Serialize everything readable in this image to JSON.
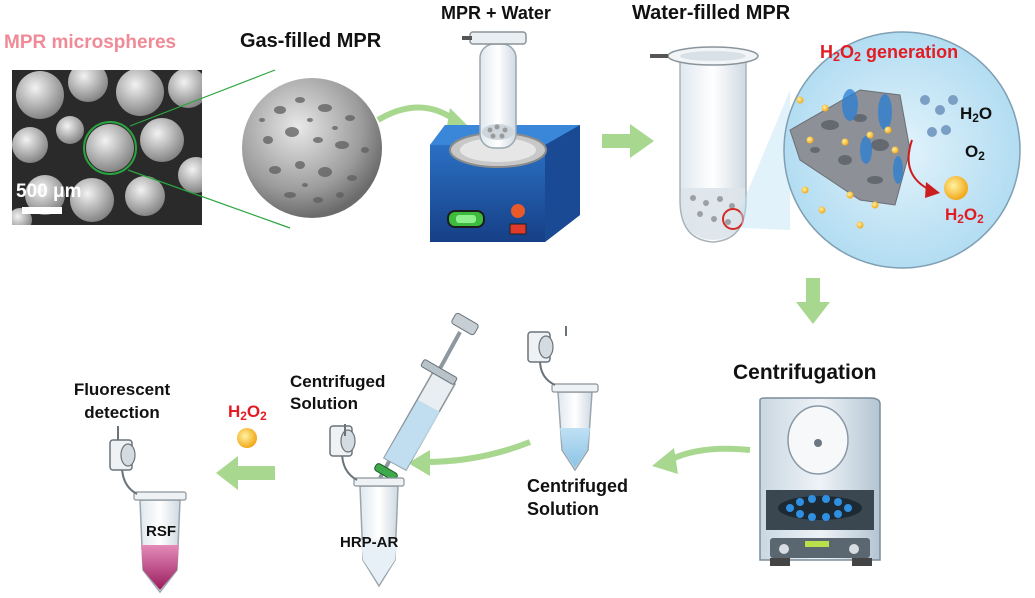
{
  "labels": {
    "mpr_microspheres": "MPR microspheres",
    "gas_filled": "Gas-filled MPR",
    "mpr_water": "MPR + Water",
    "water_filled": "Water-filled MPR",
    "h2o2_gen_pre": "H",
    "h2o2_gen_mid": "O",
    "h2o2_gen_post": " generation",
    "water_h": "H",
    "water_o": "O",
    "o2_o": "O",
    "h2o2_h": "H",
    "h2o2_o": "O",
    "sub2": "2",
    "scale_bar": "500 μm",
    "centrifugation": "Centrifugation",
    "centrifuged_solution_1_line1": "Centrifuged",
    "centrifuged_solution_1_line2": "Solution",
    "centrifuged_solution_2_line1": "Centrifuged",
    "centrifuged_solution_2_line2": "Solution",
    "hrp_ar": "HRP-AR",
    "fluorescent_line1": "Fluorescent",
    "fluorescent_line2": "detection",
    "rsf": "RSF"
  },
  "colors": {
    "label_pink": "#f08a96",
    "label_red": "#e31b23",
    "arrow_green": "#a8d890",
    "stirrer_blue": "#1e5fb4",
    "sphere_gray": "#a9a9a9",
    "inset_blue": "#bfe3f5",
    "rsf_magenta": "#b0206a",
    "h2o2_dot": "#f4b41a"
  },
  "icons": [
    "sem-image",
    "porous-sphere-icon",
    "magnetic-stirrer-icon",
    "test-tube-icon",
    "beaker-icon",
    "magnified-inset-icon",
    "centrifuge-icon",
    "syringe-icon",
    "eppendorf-tube-icon",
    "arrow-icon"
  ]
}
